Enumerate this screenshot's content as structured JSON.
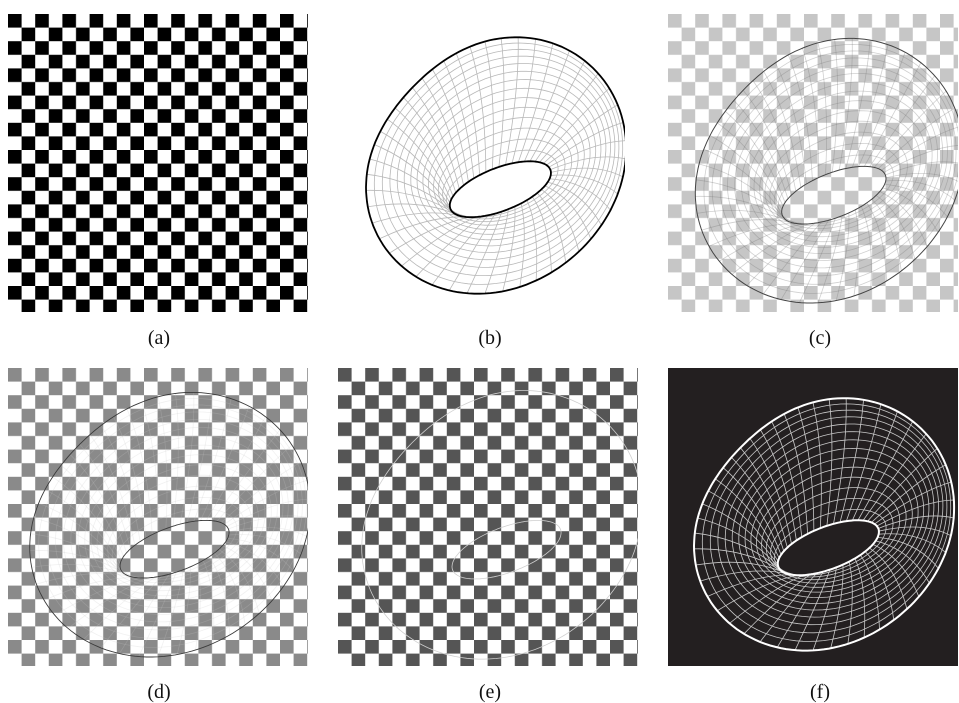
{
  "figure": {
    "panels": [
      {
        "id": "a",
        "label": "(a)",
        "content": "checkerboard",
        "light": "#ffffff",
        "dark": "#000000"
      },
      {
        "id": "b",
        "label": "(b)",
        "content": "surface-mesh",
        "mesh_color": "#b8b8b8",
        "outline_color": "#000000"
      },
      {
        "id": "c",
        "label": "(c)",
        "content": "checkerboard-with-surface",
        "light": "#ffffff",
        "dark": "#c6c6c6"
      },
      {
        "id": "d",
        "label": "(d)",
        "content": "checkerboard-with-surface",
        "light": "#ffffff",
        "dark": "#8a8a8a"
      },
      {
        "id": "e",
        "label": "(e)",
        "content": "checkerboard-with-surface",
        "light": "#ffffff",
        "dark": "#555555"
      },
      {
        "id": "f",
        "label": "(f)",
        "content": "surface-mesh-on-dark",
        "background": "#231f20",
        "mesh_color": "#c8c8c8",
        "outline_color": "#ffffff"
      }
    ]
  }
}
